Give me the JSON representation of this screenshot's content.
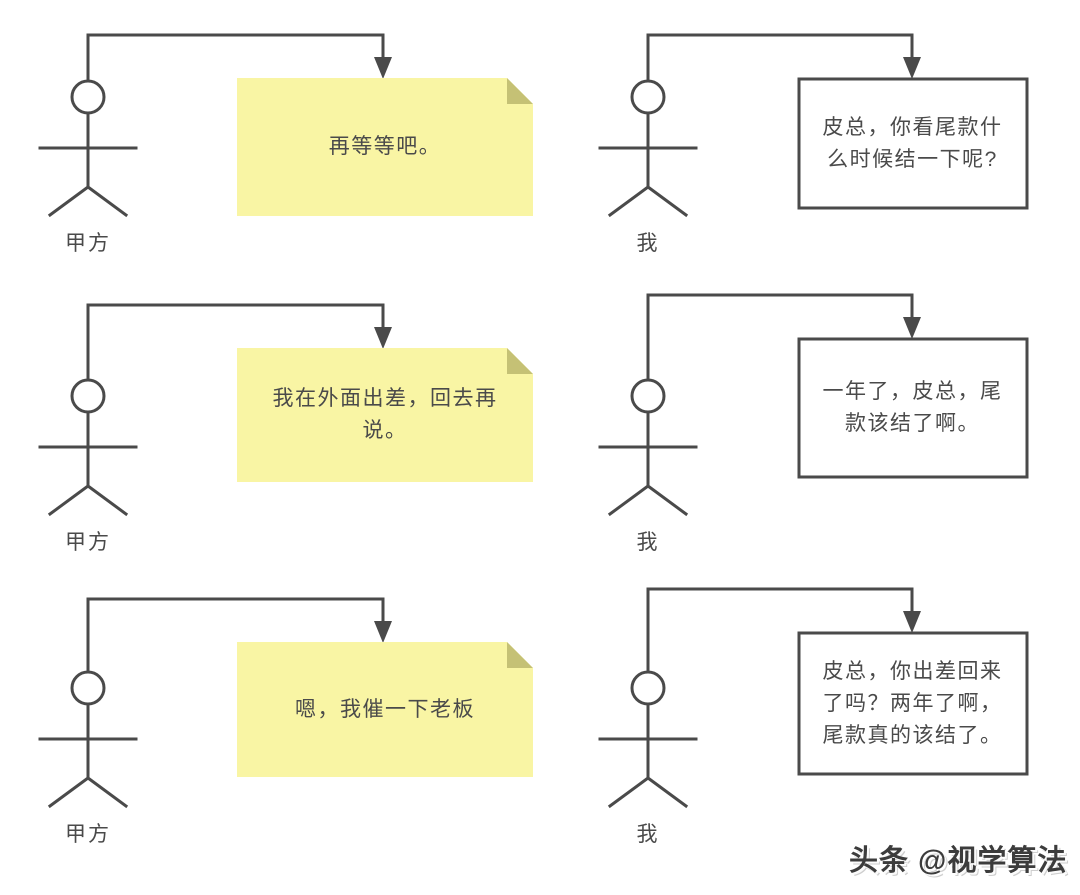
{
  "canvas": {
    "background": "#ffffff"
  },
  "colors": {
    "line": "#4a4a4a",
    "text": "#4a4a4a",
    "sticky_fill": "#f9f5a4",
    "sticky_fold": "#c5c175",
    "speech_box_fill": "#ffffff",
    "speech_box_border": "#4a4a4a"
  },
  "panels": [
    {
      "id": "left-1",
      "actor": "甲方",
      "note_style": "sticky",
      "text": "再等等吧。"
    },
    {
      "id": "right-1",
      "actor": "我",
      "note_style": "box",
      "text": "皮总，你看尾款什么时候结一下呢?"
    },
    {
      "id": "left-2",
      "actor": "甲方",
      "note_style": "sticky",
      "text": "我在外面出差，回去再说。"
    },
    {
      "id": "right-2",
      "actor": "我",
      "note_style": "box",
      "text": "一年了，皮总，尾款该结了啊。"
    },
    {
      "id": "left-3",
      "actor": "甲方",
      "note_style": "sticky",
      "text": "嗯，我催一下老板"
    },
    {
      "id": "right-3",
      "actor": "我",
      "note_style": "box",
      "text": "皮总，你出差回来了吗？两年了啊，尾款真的该结了。"
    }
  ],
  "watermark": {
    "text": "头条 @视学算法"
  }
}
